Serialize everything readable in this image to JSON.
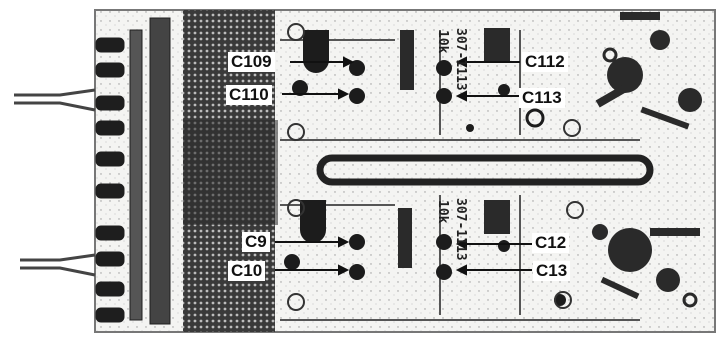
{
  "figure": {
    "labels": {
      "c109": "C109",
      "c110": "C110",
      "c112": "C112",
      "c113": "C113",
      "c9": "C9",
      "c10": "C10",
      "c12": "C12",
      "c13": "C13"
    },
    "pcb_markings": {
      "part_top": "307-1113",
      "part_bottom": "307-1113",
      "value_top": "10k",
      "value_bottom": "10k"
    }
  },
  "colors": {
    "board": "#f2f2f0",
    "ink": "#1a1a1a",
    "copper_dark": "#2c2c2c",
    "trace": "#555555"
  }
}
